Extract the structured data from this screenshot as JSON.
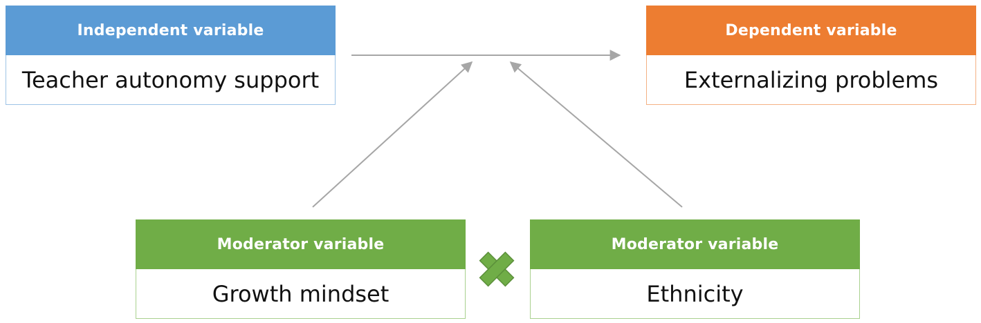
{
  "independent": {
    "header": "Independent variable",
    "label": "Teacher autonomy support",
    "color": "#5b9bd5"
  },
  "dependent": {
    "header": "Dependent variable",
    "label": "Externalizing problems",
    "color": "#ed7d31"
  },
  "moderators": [
    {
      "header": "Moderator variable",
      "label": "Growth mindset",
      "color": "#70ad47"
    },
    {
      "header": "Moderator variable",
      "label": "Ethnicity",
      "color": "#70ad47"
    }
  ],
  "interaction_symbol": "multiply-cross-icon",
  "arrow_color": "#a6a6a6"
}
